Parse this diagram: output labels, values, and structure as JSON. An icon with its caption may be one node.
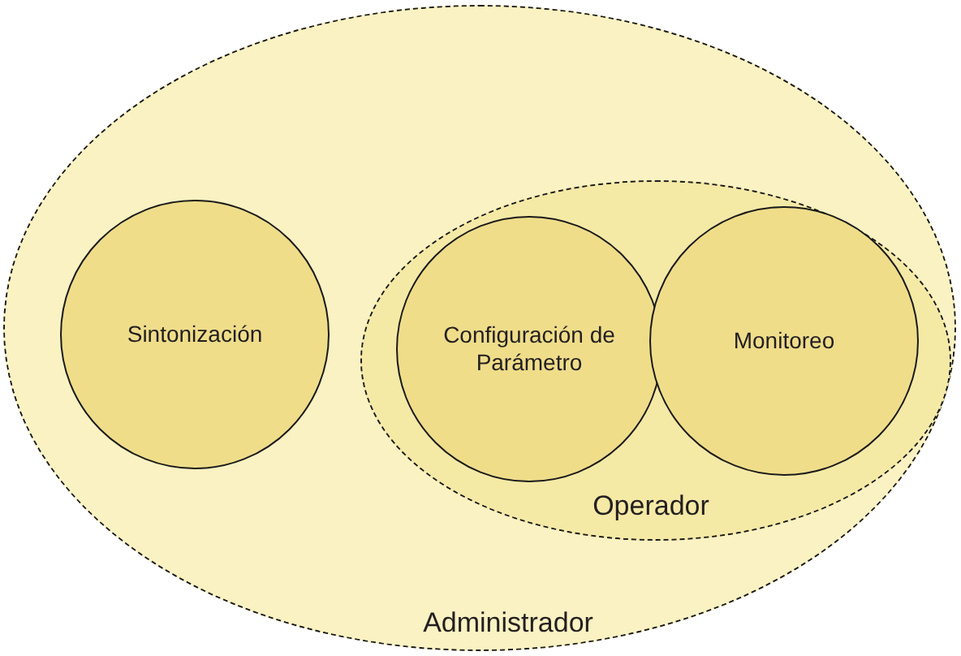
{
  "diagram": {
    "nodes": [
      {
        "text": [
          "Administrador"
        ]
      },
      {
        "text": [
          "Sintonización"
        ],
        "in": 0
      },
      {
        "text": [
          "Operador"
        ],
        "in": 0
      },
      {
        "text": [
          "Configuración de Parámetro"
        ],
        "in": 2
      },
      {
        "text": [
          "Monitoreo"
        ],
        "in": 2
      }
    ]
  }
}
